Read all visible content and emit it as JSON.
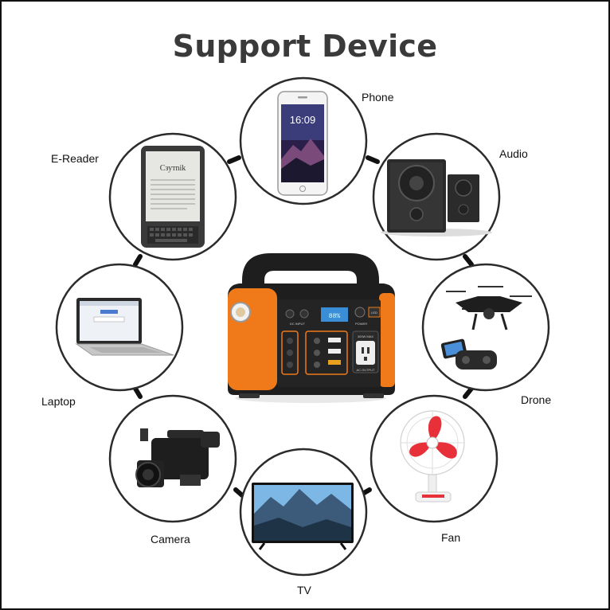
{
  "title": "Support Device",
  "devices": {
    "phone": "Phone",
    "audio": "Audio",
    "drone": "Drone",
    "fan": "Fan",
    "tv": "TV",
    "camera": "Camera",
    "laptop": "Laptop",
    "ereader": "E-Reader"
  },
  "phone_screen_time": "16:09",
  "ereader_screen_title": "Cзутnik",
  "station_panel_labels": {
    "dc_input": "DC INPUT",
    "power": "POWER",
    "led": "LED",
    "ac_max": "300W MAX",
    "ac_output": "AC OUTPUT",
    "lcd": "88%"
  },
  "colors": {
    "accent_orange": "#f07a1a",
    "body_dark": "#1e1e1e",
    "title_gray": "#3a3a3a",
    "circle_border": "#2b2b2b"
  },
  "icons": [
    "phone-icon",
    "speaker-icon",
    "drone-icon",
    "fan-icon",
    "tv-icon",
    "camcorder-icon",
    "laptop-icon",
    "ereader-icon",
    "power-station-icon"
  ]
}
